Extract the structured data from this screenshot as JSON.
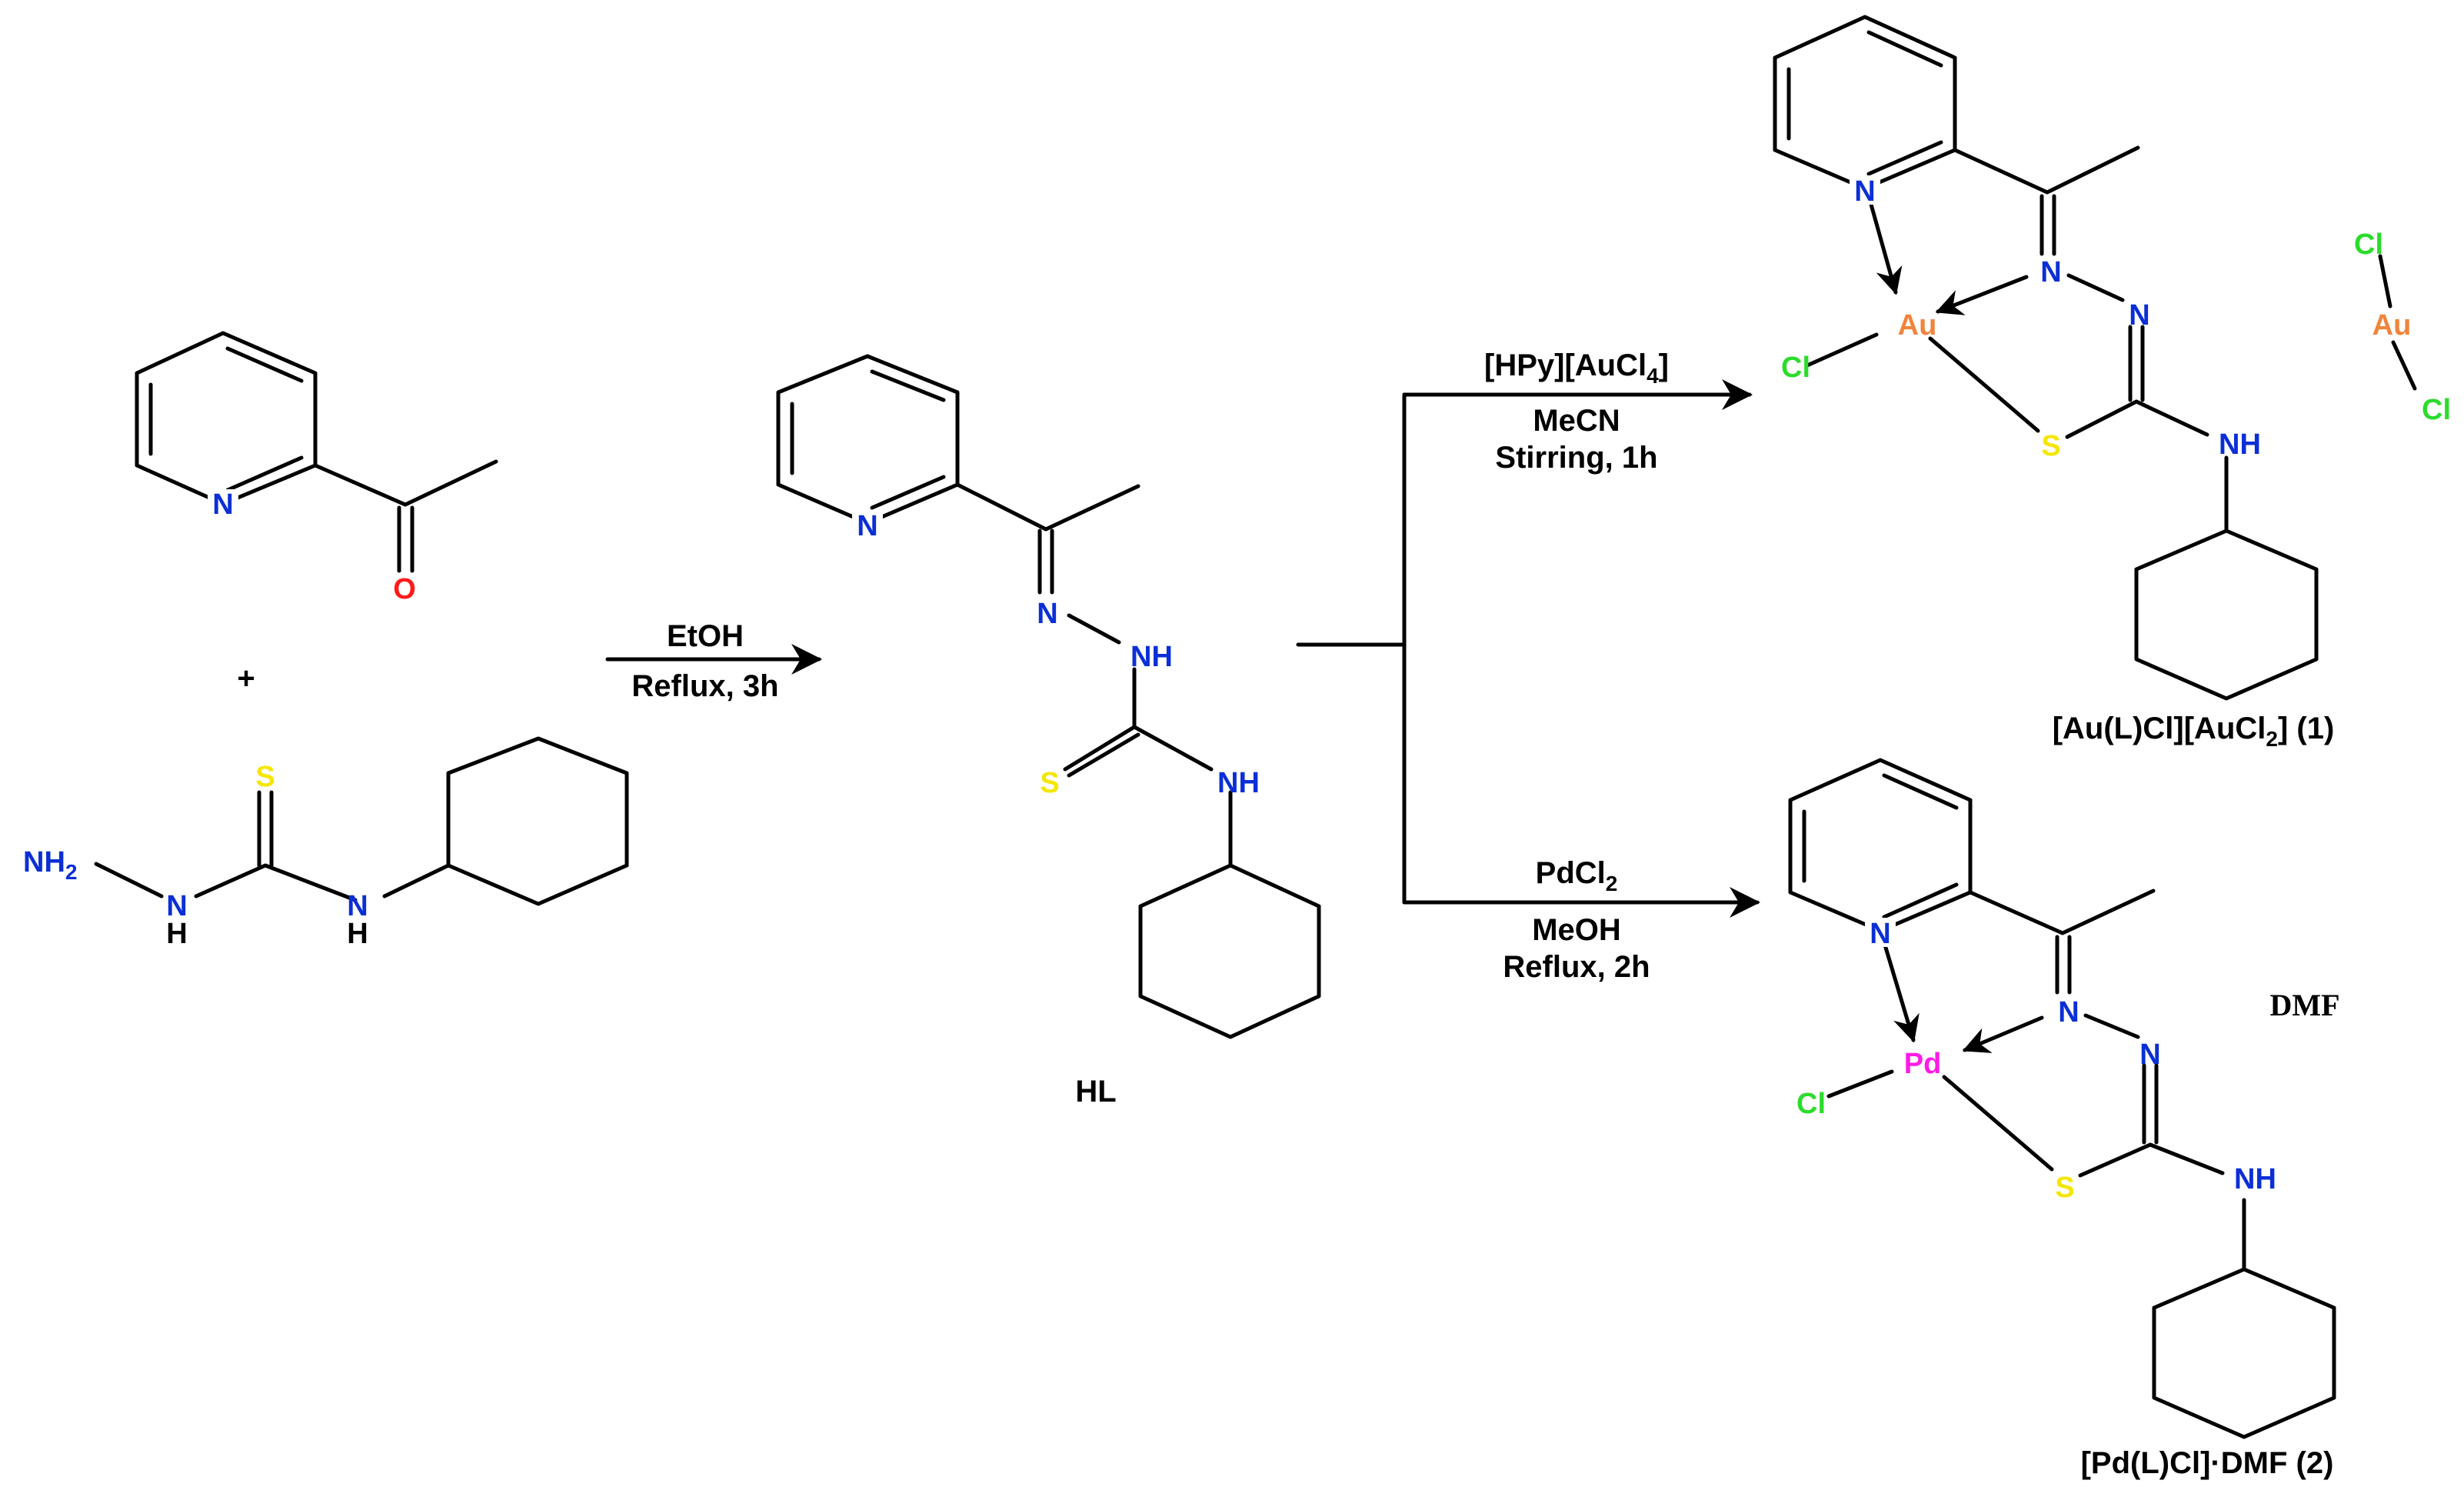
{
  "atoms": {
    "N": "N",
    "O": "O",
    "S": "S",
    "NH": "NH",
    "H": "H",
    "NH2": "NH",
    "NH2_sub": "2",
    "Cl": "Cl",
    "Au": "Au",
    "Pd": "Pd"
  },
  "plus": "+",
  "step1": {
    "line1": "EtOH",
    "line2": "Reflux, 3h"
  },
  "ligand_label": "HL",
  "route_au": {
    "reagent": "[HPy][AuCl",
    "reagent_sub": "4",
    "reagent_close": "]",
    "line2": "MeCN",
    "line3": "Stirring, 1h"
  },
  "route_pd": {
    "reagent": "PdCl",
    "reagent_sub": "2",
    "line2": "MeOH",
    "line3": "Reflux, 2h"
  },
  "product1": {
    "text1": "[Au(L)Cl][AuCl",
    "sub": "2",
    "text2": "] (1)"
  },
  "product2": {
    "text": "[Pd(L)Cl]·DMF (2)"
  },
  "solvent": "DMF",
  "colors": {
    "N": "#0b2fd6",
    "O": "#ff1a1a",
    "S": "#f5e600",
    "Cl": "#2bdc2b",
    "Au": "#f0843c",
    "Pd": "#ff1ae8"
  }
}
